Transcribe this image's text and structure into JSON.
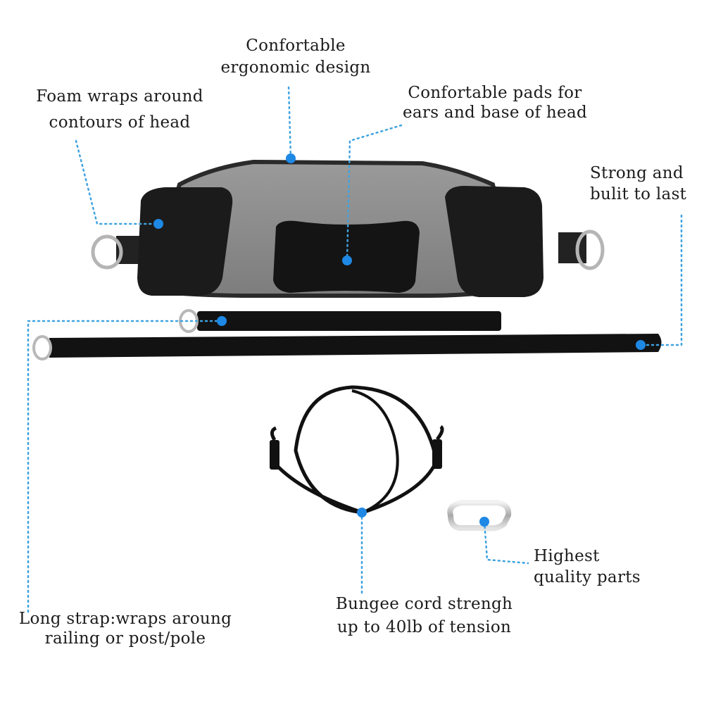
{
  "colors": {
    "accent_dot": "#1e88e5",
    "leader_line": "#3fa3e0",
    "foam_black": "#1b1b1b",
    "fabric_gray": "#8e8e8e",
    "strap_black": "#121212",
    "metal": "#c9c9c9",
    "background": "#ffffff"
  },
  "callouts": {
    "ergonomic": {
      "line1": "Confortable",
      "line2": "ergonomic design"
    },
    "foam": {
      "line1": "Foam wraps around",
      "line2": "contours of head"
    },
    "pads": {
      "line1": "Confortable pads for",
      "line2": "ears and base of head"
    },
    "strong": {
      "line1": "Strong and",
      "line2": "bulit to last"
    },
    "parts": {
      "line1": "Highest",
      "line2": "quality parts"
    },
    "bungee": {
      "line1": "Bungee cord strengh",
      "line2": "up to 40lb of tension"
    },
    "long_strap": {
      "line1": "Long strap:wraps aroung",
      "line2": "railing or post/pole"
    }
  },
  "icons": {
    "headrest": "neck-hammock-headrest-icon",
    "short_strap": "short-strap-icon",
    "long_strap": "long-strap-icon",
    "bungee": "bungee-cord-icon",
    "carabiner": "carabiner-icon"
  }
}
